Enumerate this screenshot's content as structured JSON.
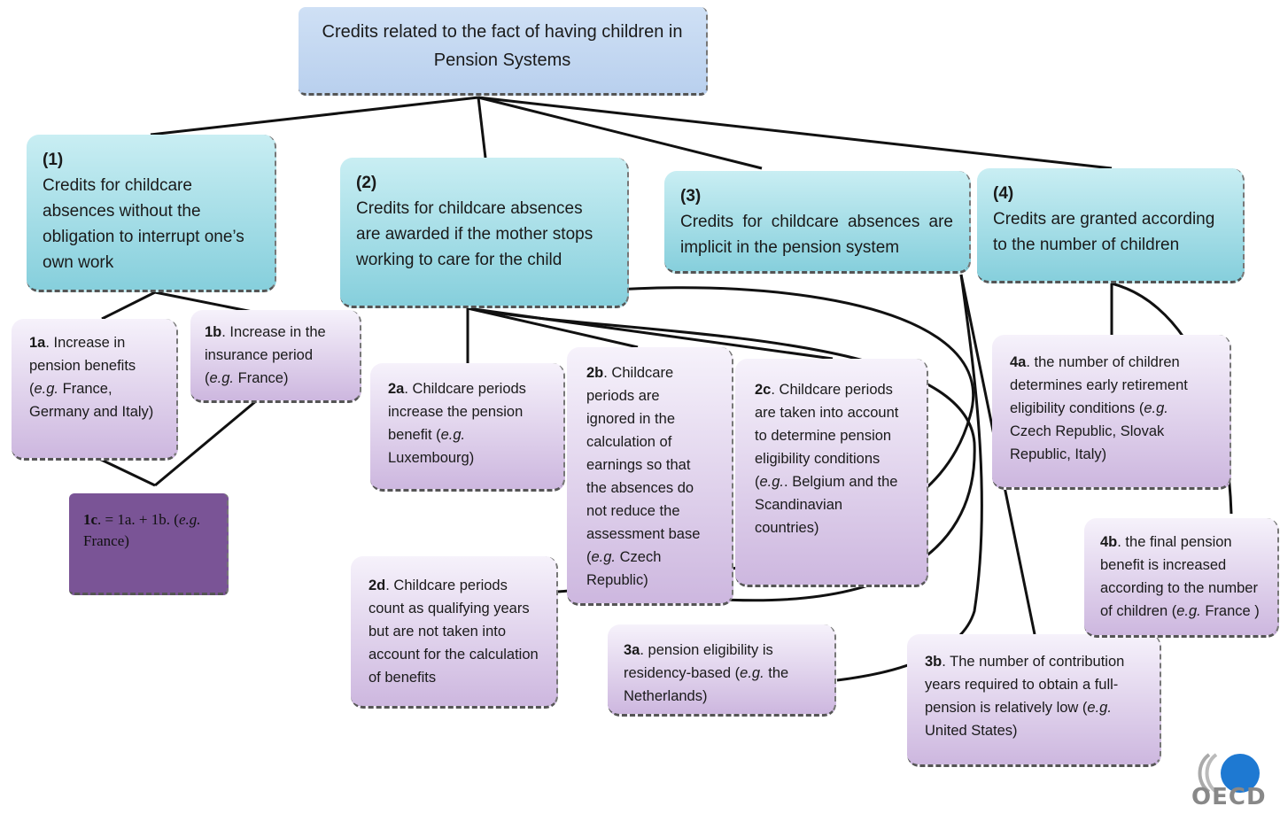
{
  "root": {
    "title": "Credits related to the fact of having children in Pension Systems"
  },
  "categories": [
    {
      "num": "(1)",
      "text": "Credits for childcare absences without the obligation to interrupt one’s own work"
    },
    {
      "num": "(2)",
      "text": "Credits for childcare absences are awarded if the mother stops working to care for the child"
    },
    {
      "num": "(3)",
      "text": "Credits for childcare absences are implicit in the pension system"
    },
    {
      "num": "(4)",
      "text": "Credits are granted according to the number of children"
    }
  ],
  "sub": {
    "1a": {
      "code": "1a",
      "text": ". Increase in pension benefits (",
      "eg": "e.g.",
      "tail": " France, Germany and Italy)"
    },
    "1b": {
      "code": "1b",
      "text": ". Increase in the insurance period (",
      "eg": "e.g.",
      "tail": " France)"
    },
    "1c": {
      "code": "1c",
      "text": ". = 1a. + 1b. (",
      "eg": "e.g.",
      "tail": " France)"
    },
    "2a": {
      "code": "2a",
      "text": ". Childcare periods increase the pension benefit (",
      "eg": "e.g.",
      "tail": " Luxembourg)"
    },
    "2b": {
      "code": "2b",
      "text": ". Childcare periods are ignored in the calculation of earnings so that the absences do not reduce the assessment base (",
      "eg": "e.g.",
      "tail": " Czech Republic)"
    },
    "2c": {
      "code": "2c",
      "text": ". Childcare periods are taken into account to determine pension eligibility conditions (",
      "eg": "e.g.",
      "tail": ". Belgium and the Scandinavian countries)"
    },
    "2d": {
      "code": "2d",
      "text": ". Childcare periods count as qualifying years but are not taken into account for the calculation of benefits",
      "eg": "",
      "tail": ""
    },
    "3a": {
      "code": "3a",
      "text": ". pension eligibility is residency-based (",
      "eg": "e.g.",
      "tail": " the Netherlands)"
    },
    "3b": {
      "code": "3b",
      "text": ". The number of contribution years required to obtain a full-pension is relatively low (",
      "eg": "e.g.",
      "tail": " United States)"
    },
    "4a": {
      "code": "4a",
      "text": ". the number of children determines early retirement eligibility conditions (",
      "eg": "e.g.",
      "tail": " Czech Republic, Slovak Republic, Italy)"
    },
    "4b": {
      "code": "4b",
      "text": ". the final pension benefit is increased according to the number of children (",
      "eg": "e.g.",
      "tail": " France )"
    }
  },
  "logo": {
    "text": "OECD",
    "icon": "oecd-logo-icon"
  }
}
